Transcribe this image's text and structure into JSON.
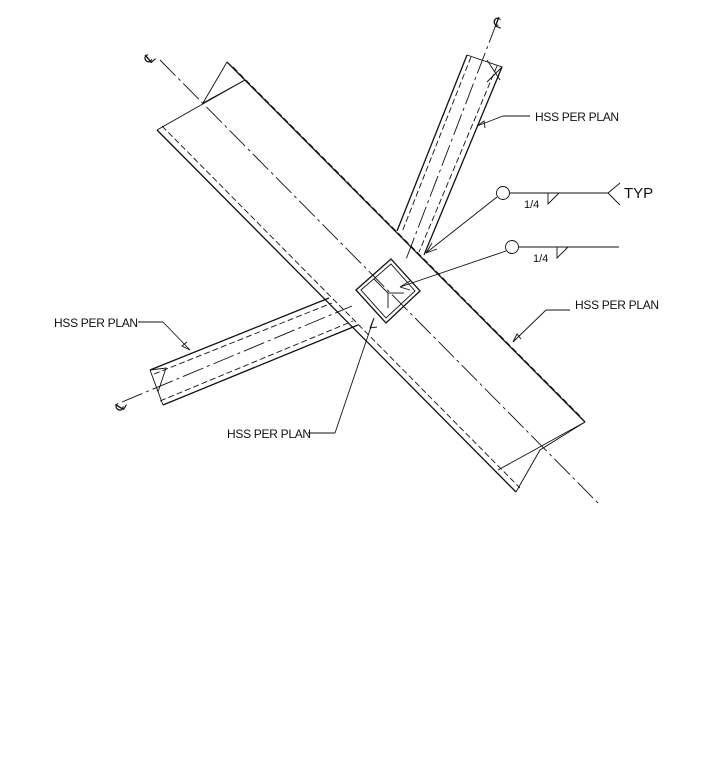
{
  "labels": {
    "hss_upper_right": "HSS PER PLAN",
    "hss_left": "HSS PER PLAN",
    "hss_right": "HSS PER PLAN",
    "hss_bottom": "HSS PER PLAN"
  },
  "weld_symbols": [
    {
      "size": "1/4",
      "note": "TYP"
    },
    {
      "size": "1/4"
    }
  ],
  "centerline_symbol": "℄"
}
